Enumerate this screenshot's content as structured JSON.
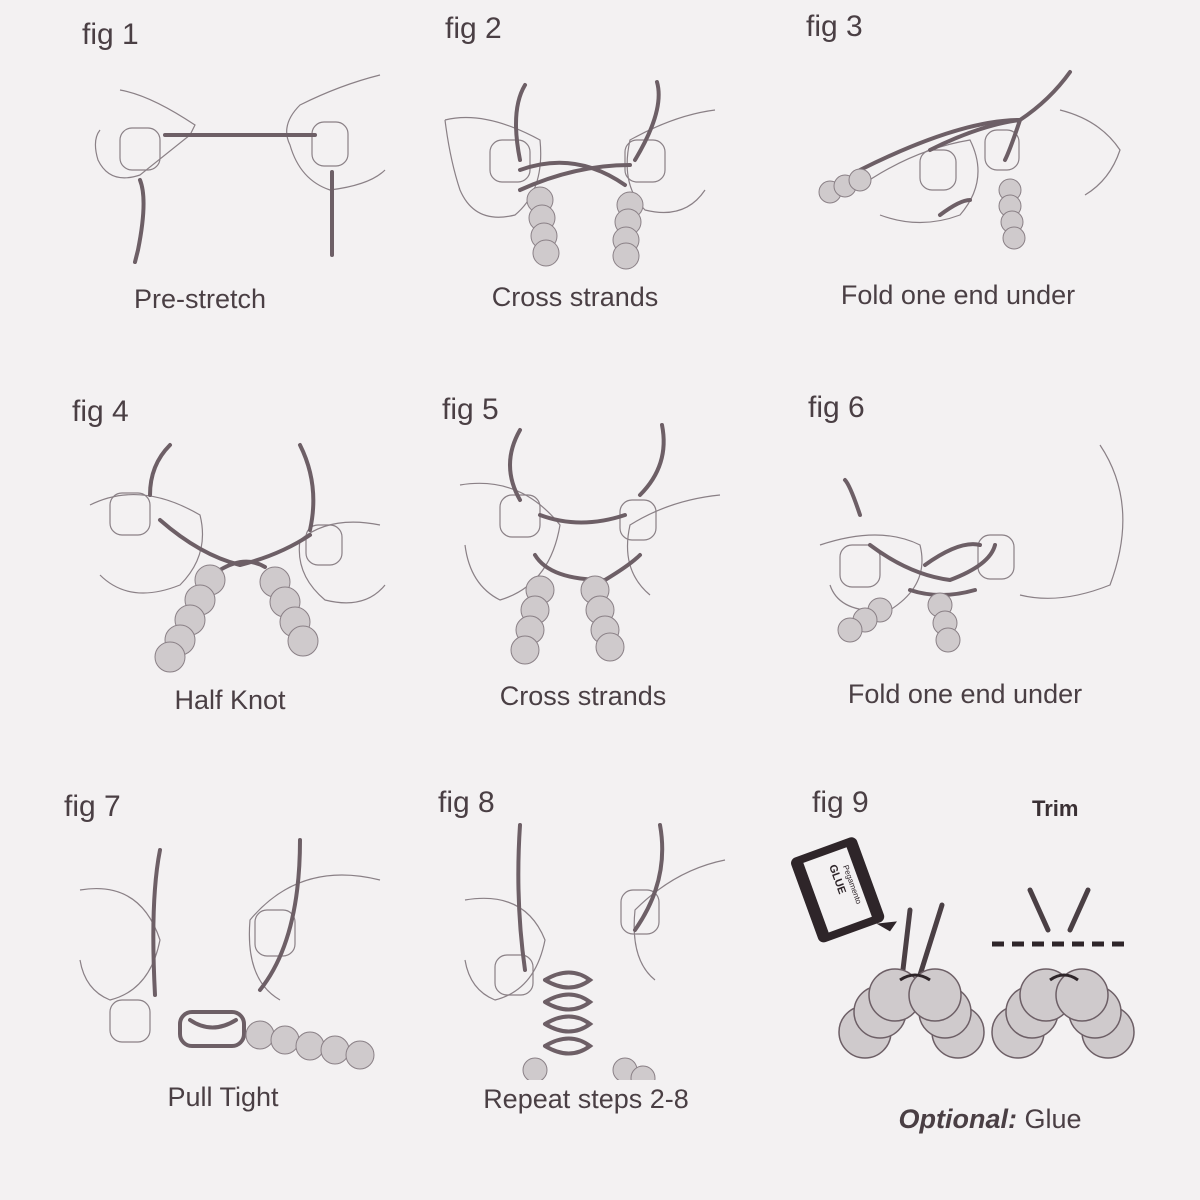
{
  "figures": [
    {
      "label": "fig 1",
      "caption": "Pre-stretch"
    },
    {
      "label": "fig 2",
      "caption": "Cross strands"
    },
    {
      "label": "fig 3",
      "caption": "Fold one end under"
    },
    {
      "label": "fig 4",
      "caption": "Half Knot"
    },
    {
      "label": "fig 5",
      "caption": "Cross strands"
    },
    {
      "label": "fig 6",
      "caption": "Fold one end under"
    },
    {
      "label": "fig 7",
      "caption": "Pull Tight"
    },
    {
      "label": "fig 8",
      "caption": "Repeat steps 2-8"
    },
    {
      "label": "fig 9",
      "caption_prefix": "Optional:",
      "caption": "Glue",
      "trim_label": "Trim",
      "bottle_text": "GLUE",
      "bottle_subtext": "Pegamento"
    }
  ],
  "colors": {
    "background": "#f3f1f2",
    "ink": "#4a3f44",
    "bead": "#cfcacc",
    "cord": "#6d5f66"
  }
}
